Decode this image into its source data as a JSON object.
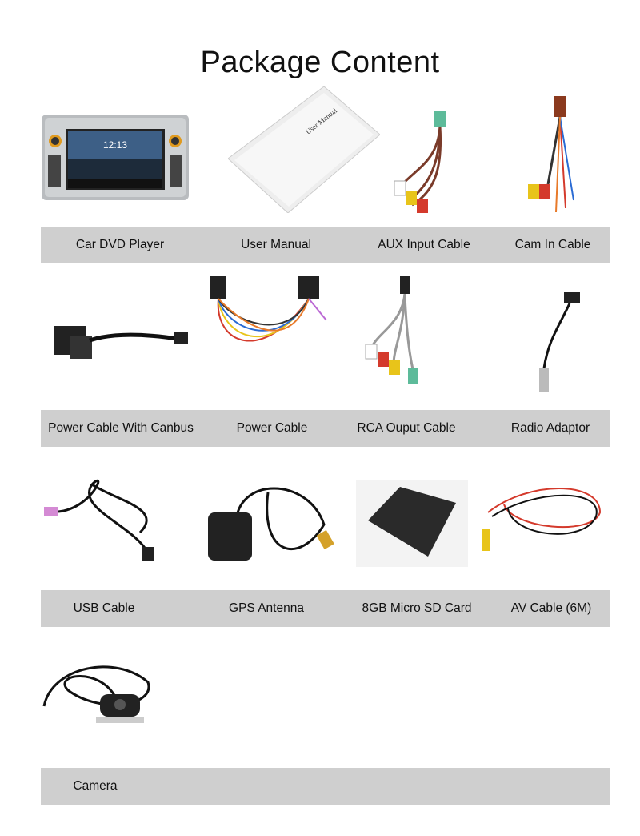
{
  "title": "Package Content",
  "rows": [
    {
      "items": [
        {
          "label": "Car DVD Player",
          "icon": "car-dvd-player"
        },
        {
          "label": "User Manual",
          "icon": "user-manual"
        },
        {
          "label": "AUX Input Cable",
          "icon": "aux-cable"
        },
        {
          "label": "Cam In Cable",
          "icon": "cam-in-cable"
        }
      ]
    },
    {
      "items": [
        {
          "label": "Power Cable With Canbus",
          "icon": "canbus-cable"
        },
        {
          "label": "Power Cable",
          "icon": "power-cable"
        },
        {
          "label": "RCA Ouput Cable",
          "icon": "rca-cable"
        },
        {
          "label": "Radio Adaptor",
          "icon": "radio-adaptor"
        }
      ]
    },
    {
      "items": [
        {
          "label": "USB Cable",
          "icon": "usb-cable"
        },
        {
          "label": "GPS Antenna",
          "icon": "gps-antenna"
        },
        {
          "label": "8GB Micro SD Card",
          "icon": "sd-card"
        },
        {
          "label": "AV Cable (6M)",
          "icon": "av-cable"
        }
      ]
    },
    {
      "items": [
        {
          "label": "Camera",
          "icon": "camera"
        }
      ]
    }
  ],
  "dvd_screen_time": "12:13",
  "manual_cover_text": "User Manual"
}
